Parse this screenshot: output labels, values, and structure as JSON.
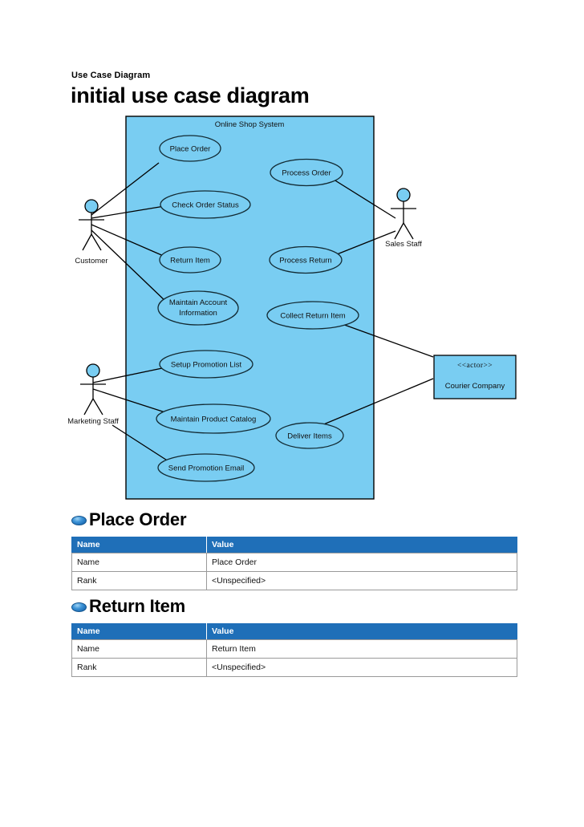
{
  "document": {
    "kicker": "Use Case Diagram",
    "title": "initial use case diagram"
  },
  "diagram": {
    "type": "uml-use-case",
    "system_boundary": {
      "label": "Online Shop System",
      "fill_color": "#79cdf2",
      "stroke_color": "#000000"
    },
    "use_cases": [
      {
        "id": "place-order",
        "label": "Place Order"
      },
      {
        "id": "process-order",
        "label": "Process Order"
      },
      {
        "id": "check-order-status",
        "label": "Check Order Status"
      },
      {
        "id": "return-item",
        "label": "Return Item"
      },
      {
        "id": "process-return",
        "label": "Process Return"
      },
      {
        "id": "maintain-account-information",
        "label": "Maintain Account",
        "label_line2": "Information"
      },
      {
        "id": "collect-return-item",
        "label": "Collect Return Item"
      },
      {
        "id": "setup-promotion-list",
        "label": "Setup Promotion List"
      },
      {
        "id": "maintain-product-catalog",
        "label": "Maintain Product Catalog"
      },
      {
        "id": "deliver-items",
        "label": "Deliver Items"
      },
      {
        "id": "send-promotion-email",
        "label": "Send Promotion Email"
      }
    ],
    "actors": [
      {
        "id": "customer",
        "label": "Customer",
        "kind": "stick-figure"
      },
      {
        "id": "sales-staff",
        "label": "Sales Staff",
        "kind": "stick-figure"
      },
      {
        "id": "marketing-staff",
        "label": "Marketing Staff",
        "kind": "stick-figure"
      },
      {
        "id": "courier-company",
        "label": "Courier Company",
        "stereotype": "<<actor>>",
        "kind": "class-box"
      }
    ],
    "associations": [
      {
        "from": "customer",
        "to": "place-order"
      },
      {
        "from": "customer",
        "to": "check-order-status"
      },
      {
        "from": "customer",
        "to": "return-item"
      },
      {
        "from": "customer",
        "to": "maintain-account-information"
      },
      {
        "from": "sales-staff",
        "to": "process-order"
      },
      {
        "from": "sales-staff",
        "to": "process-return"
      },
      {
        "from": "marketing-staff",
        "to": "setup-promotion-list"
      },
      {
        "from": "marketing-staff",
        "to": "maintain-product-catalog"
      },
      {
        "from": "marketing-staff",
        "to": "send-promotion-email"
      },
      {
        "from": "courier-company",
        "to": "collect-return-item"
      },
      {
        "from": "courier-company",
        "to": "deliver-items"
      }
    ]
  },
  "sections": [
    {
      "heading": "Place Order",
      "table": {
        "columns": [
          "Name",
          "Value"
        ],
        "rows": [
          [
            "Name",
            "Place Order"
          ],
          [
            "Rank",
            "<Unspecified>"
          ]
        ]
      }
    },
    {
      "heading": "Return Item",
      "table": {
        "columns": [
          "Name",
          "Value"
        ],
        "rows": [
          [
            "Name",
            "Return Item"
          ],
          [
            "Rank",
            "<Unspecified>"
          ]
        ]
      }
    }
  ],
  "colors": {
    "diagram_fill": "#79cdf2",
    "table_header": "#1f6fb8",
    "bullet": "#1c6cb4"
  }
}
